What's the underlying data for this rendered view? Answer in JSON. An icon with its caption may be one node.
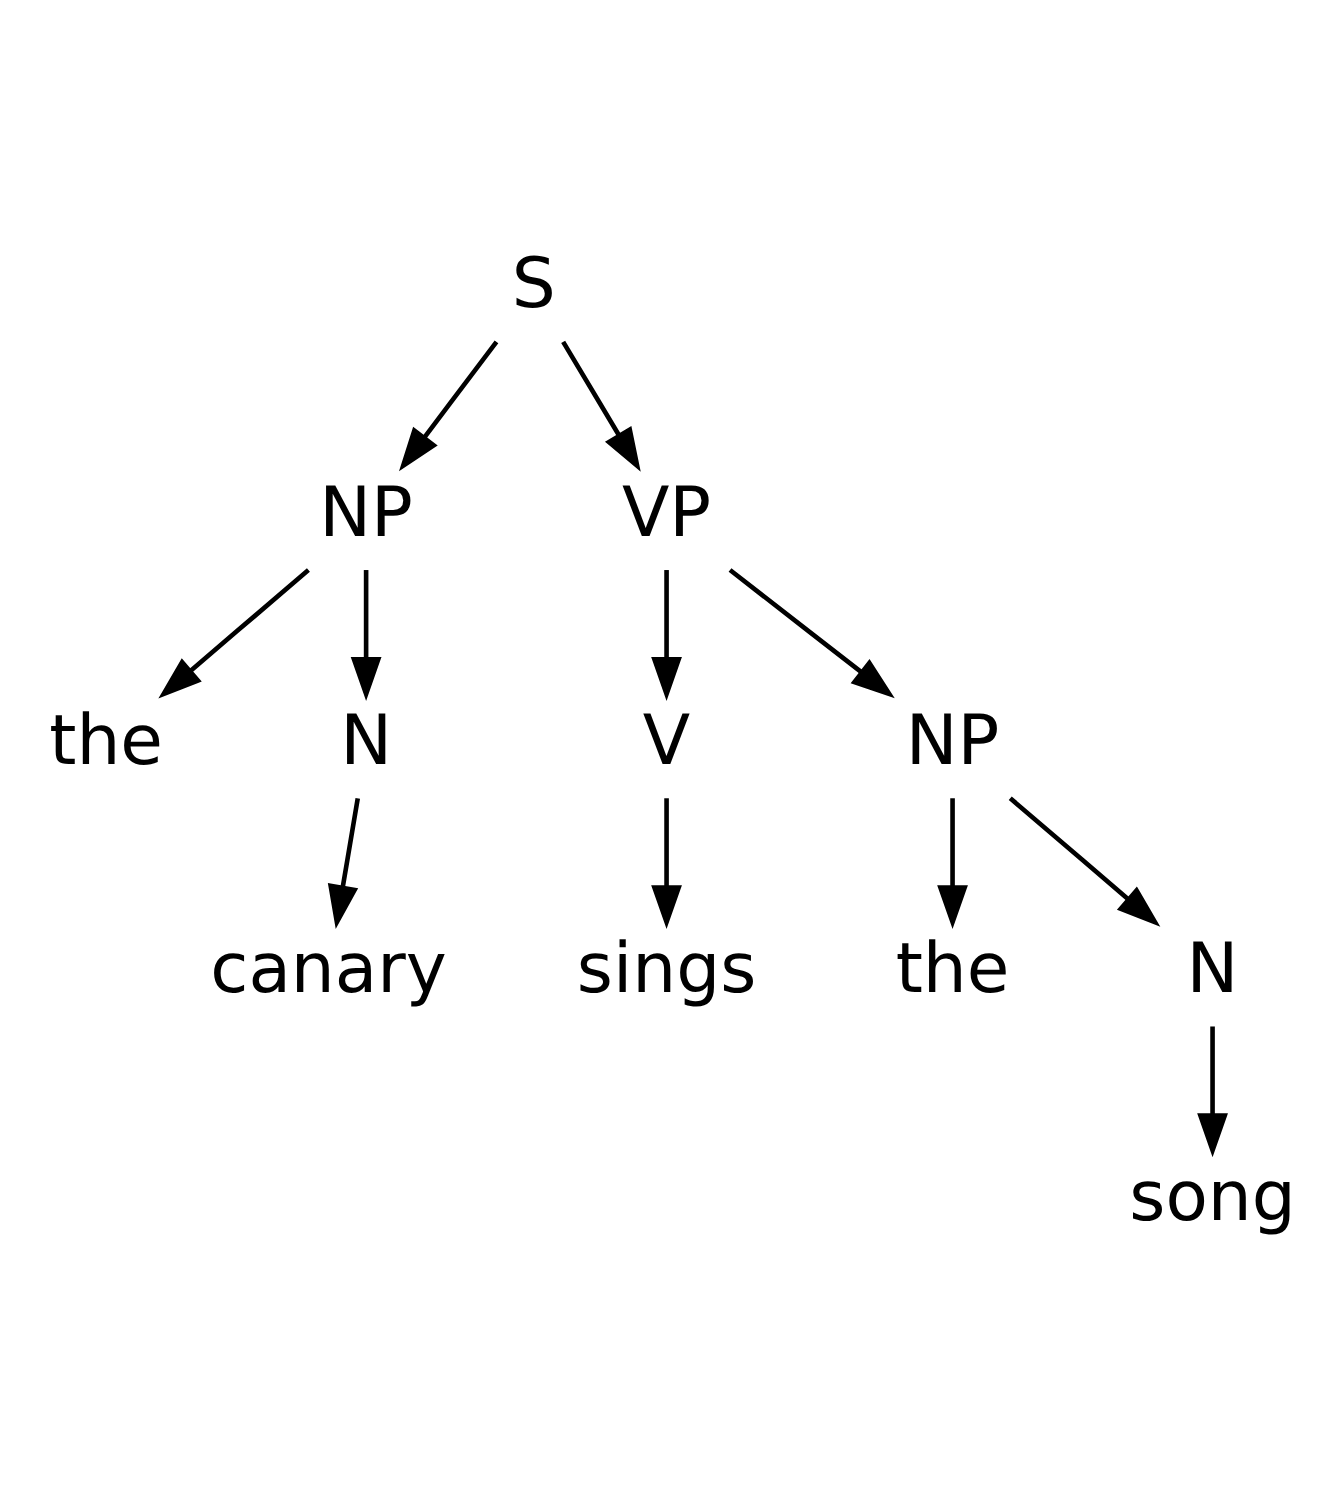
{
  "diagram": {
    "nodes": [
      {
        "text": [
          "S"
        ]
      },
      {
        "text": [
          "NP"
        ]
      },
      {
        "text": [
          "VP"
        ]
      },
      {
        "text": [
          "the"
        ]
      },
      {
        "text": [
          "N"
        ]
      },
      {
        "text": [
          "V"
        ]
      },
      {
        "text": [
          "NP"
        ]
      },
      {
        "text": [
          "canary"
        ]
      },
      {
        "text": [
          "sings"
        ]
      },
      {
        "text": [
          "the"
        ]
      },
      {
        "text": [
          "N"
        ]
      },
      {
        "text": [
          "song"
        ]
      }
    ],
    "edges": [
      {
        "from": 0,
        "to": 1,
        "arrow": "to"
      },
      {
        "from": 0,
        "to": 2,
        "arrow": "to"
      },
      {
        "from": 1,
        "to": 3,
        "arrow": "to"
      },
      {
        "from": 1,
        "to": 4,
        "arrow": "to"
      },
      {
        "from": 2,
        "to": 5,
        "arrow": "to"
      },
      {
        "from": 2,
        "to": 6,
        "arrow": "to"
      },
      {
        "from": 4,
        "to": 7,
        "arrow": "to"
      },
      {
        "from": 5,
        "to": 8,
        "arrow": "to"
      },
      {
        "from": 6,
        "to": 9,
        "arrow": "to"
      },
      {
        "from": 6,
        "to": 10,
        "arrow": "to"
      },
      {
        "from": 10,
        "to": 11,
        "arrow": "to"
      }
    ]
  }
}
